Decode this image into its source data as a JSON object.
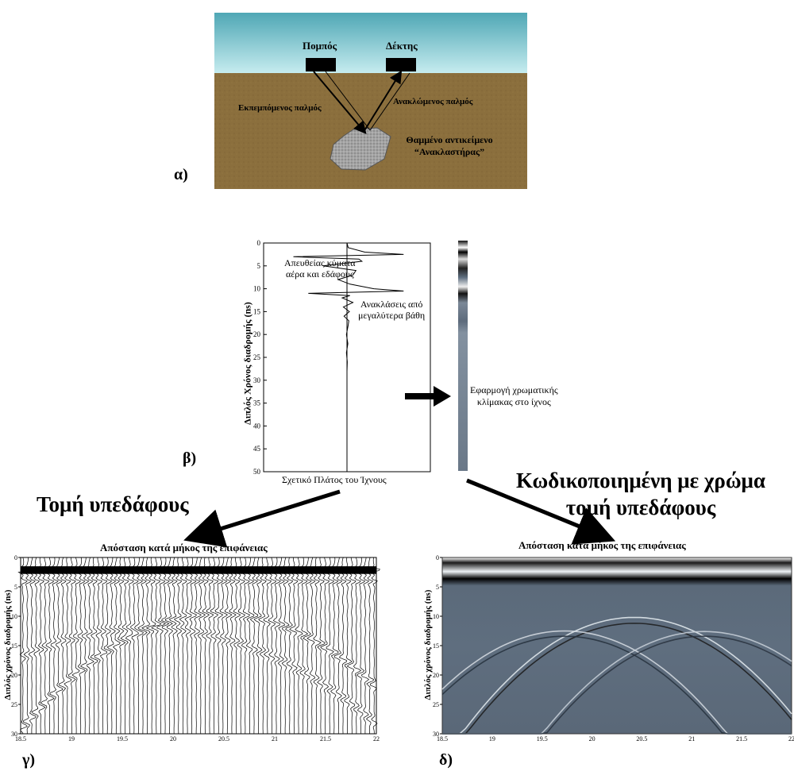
{
  "panel_a": {
    "letter": "α)",
    "transmitter": "Πομπός",
    "receiver": "Δέκτης",
    "emitted_pulse": "Εκπεμπόμενος παλμός",
    "reflected_pulse": "Ανακλώμενος παλμός",
    "buried_object_line1": "Θαμμένο αντικείμενο",
    "buried_object_line2": "“Ανακλαστήρας”",
    "colors": {
      "sky": "#8ccfd6",
      "soil": "#8a6d3b",
      "rock": "#9a9a9a"
    }
  },
  "panel_b": {
    "letter": "β)",
    "ylabel": "Διπλός Χρόνος διαδρομής (ns)",
    "xlabel": "Σχετικό Πλάτος του Ίχνους",
    "annotation_direct_line1": "Απευθείας κύματα",
    "annotation_direct_line2": "αέρα και εδάφους",
    "annotation_deep_line1": "Ανακλάσεις από",
    "annotation_deep_line2": "μεγαλύτερα βάθη",
    "color_scale_line1": "Εφαρμογή χρωματικής",
    "color_scale_line2": "κλίμακας στο ίχνος"
  },
  "headings": {
    "section_left": "Τομή υπεδάφους",
    "section_right_line1": "Κωδικοποιημένη με χρώμα",
    "section_right_line2": "τομή υπεδάφους"
  },
  "panel_c": {
    "letter": "γ)",
    "title": "Απόσταση κατά μήκος της επιφάνειας",
    "ylabel": "Διπλός χρόνος διαδρομής (ns)"
  },
  "panel_d": {
    "letter": "δ)",
    "title": "Απόσταση κατά μήκος της επιφάνειας",
    "ylabel": "Διπλός χρόνος διαδρομής (ns)",
    "colors": {
      "background": "#5d6b7c"
    }
  },
  "chart_data": [
    {
      "type": "line",
      "panel": "β",
      "ylabel": "Διπλός Χρόνος διαδρομής (ns)",
      "xlabel": "Σχετικό Πλάτος του Ίχνους",
      "ylim": [
        50,
        0
      ],
      "yticks": [
        0,
        5,
        10,
        15,
        20,
        25,
        30,
        35,
        40,
        45,
        50
      ],
      "series": [
        {
          "trace_t": [
            0,
            1,
            2,
            2.5,
            3,
            3.5,
            4,
            5,
            6,
            7,
            8,
            9,
            10,
            10.5,
            11,
            11.5,
            12,
            13,
            14,
            15,
            16,
            17,
            18,
            20,
            22,
            24,
            26,
            28,
            30,
            35,
            40,
            45,
            50
          ],
          "trace_amp": [
            0,
            0.02,
            0.3,
            0.95,
            -0.9,
            0.2,
            0.25,
            -0.4,
            0.15,
            0.1,
            -0.15,
            0.05,
            0.45,
            0.95,
            -0.65,
            0.05,
            -0.08,
            0.1,
            -0.06,
            0.04,
            -0.05,
            0.03,
            0.02,
            -0.01,
            0.015,
            -0.01,
            0.005,
            0,
            0,
            0,
            0,
            0,
            0
          ]
        }
      ]
    },
    {
      "type": "heatmap",
      "panel": "γ",
      "title": "Απόσταση κατά μήκος της επιφάνειας",
      "ylabel": "Διπλός χρόνος διαδρομής (ns)",
      "xlim": [
        18.5,
        22
      ],
      "ylim": [
        30,
        0
      ],
      "xticks": [
        18.5,
        19,
        19.5,
        20,
        20.5,
        21,
        21.5,
        22
      ],
      "yticks": [
        0,
        5,
        10,
        15,
        20,
        25,
        30
      ]
    },
    {
      "type": "heatmap",
      "panel": "δ",
      "title": "Απόσταση κατά μήκος της επιφάνειας",
      "ylabel": "Διπλός χρόνος διαδρομής (ns)",
      "xlim": [
        18.5,
        22
      ],
      "ylim": [
        30,
        0
      ],
      "xticks": [
        18.5,
        19,
        19.5,
        20,
        20.5,
        21,
        21.5,
        22
      ],
      "yticks": [
        0,
        5,
        10,
        15,
        20,
        25,
        30
      ]
    }
  ]
}
